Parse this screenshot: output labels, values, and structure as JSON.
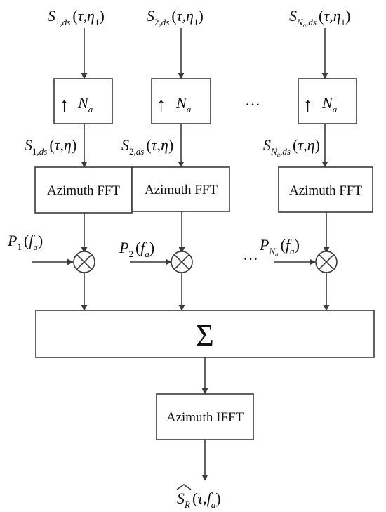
{
  "colors": {
    "stroke": "#3a3a3a",
    "text": "#111111",
    "background": "#ffffff"
  },
  "inputs": [
    {
      "S": "S",
      "sub1": "1",
      "sub2": ",ds",
      "open": "(",
      "args": "τ,η",
      "argsub": "1",
      "close": ")"
    },
    {
      "S": "S",
      "sub1": "2",
      "sub2": ",ds",
      "open": "(",
      "args": "τ,η",
      "argsub": "1",
      "close": ")"
    },
    {
      "S": "S",
      "sub1": "N",
      "subsub": "a",
      "sub2": ",ds",
      "open": "(",
      "args": "τ,η",
      "argsub": "1",
      "close": ")"
    }
  ],
  "upsample": {
    "arrow": "↑",
    "N": "N",
    "sub": "a"
  },
  "upsampled_signals": [
    {
      "S": "S",
      "sub1": "1",
      "sub2": ",ds",
      "open": "(",
      "args": "τ,η",
      "close": ")"
    },
    {
      "S": "S",
      "sub1": "2",
      "sub2": ",ds",
      "open": "(",
      "args": "τ,η",
      "close": ")"
    },
    {
      "S": "S",
      "sub1": "N",
      "subsub": "a",
      "sub2": ",ds",
      "open": "(",
      "args": "τ,η",
      "close": ")"
    }
  ],
  "fft_label": "Azimuth FFT",
  "filters": [
    {
      "P": "P",
      "sub": "1",
      "open": "(",
      "f": "f",
      "fsub": "a",
      "close": ")"
    },
    {
      "P": "P",
      "sub": "2",
      "open": "(",
      "f": "f",
      "fsub": "a",
      "close": ")"
    },
    {
      "P": "P",
      "sub": "N",
      "subsub": "a",
      "open": "(",
      "f": "f",
      "fsub": "a",
      "close": ")"
    }
  ],
  "multiplier_symbol": "⊗",
  "ellipsis": "···",
  "sum_symbol": "Σ",
  "ifft_label": "Azimuth IFFT",
  "output": {
    "S": "S",
    "hat": "^",
    "sub": "R",
    "open": "(",
    "args": "τ,",
    "f": "f",
    "fsub": "a",
    "close": ")"
  }
}
